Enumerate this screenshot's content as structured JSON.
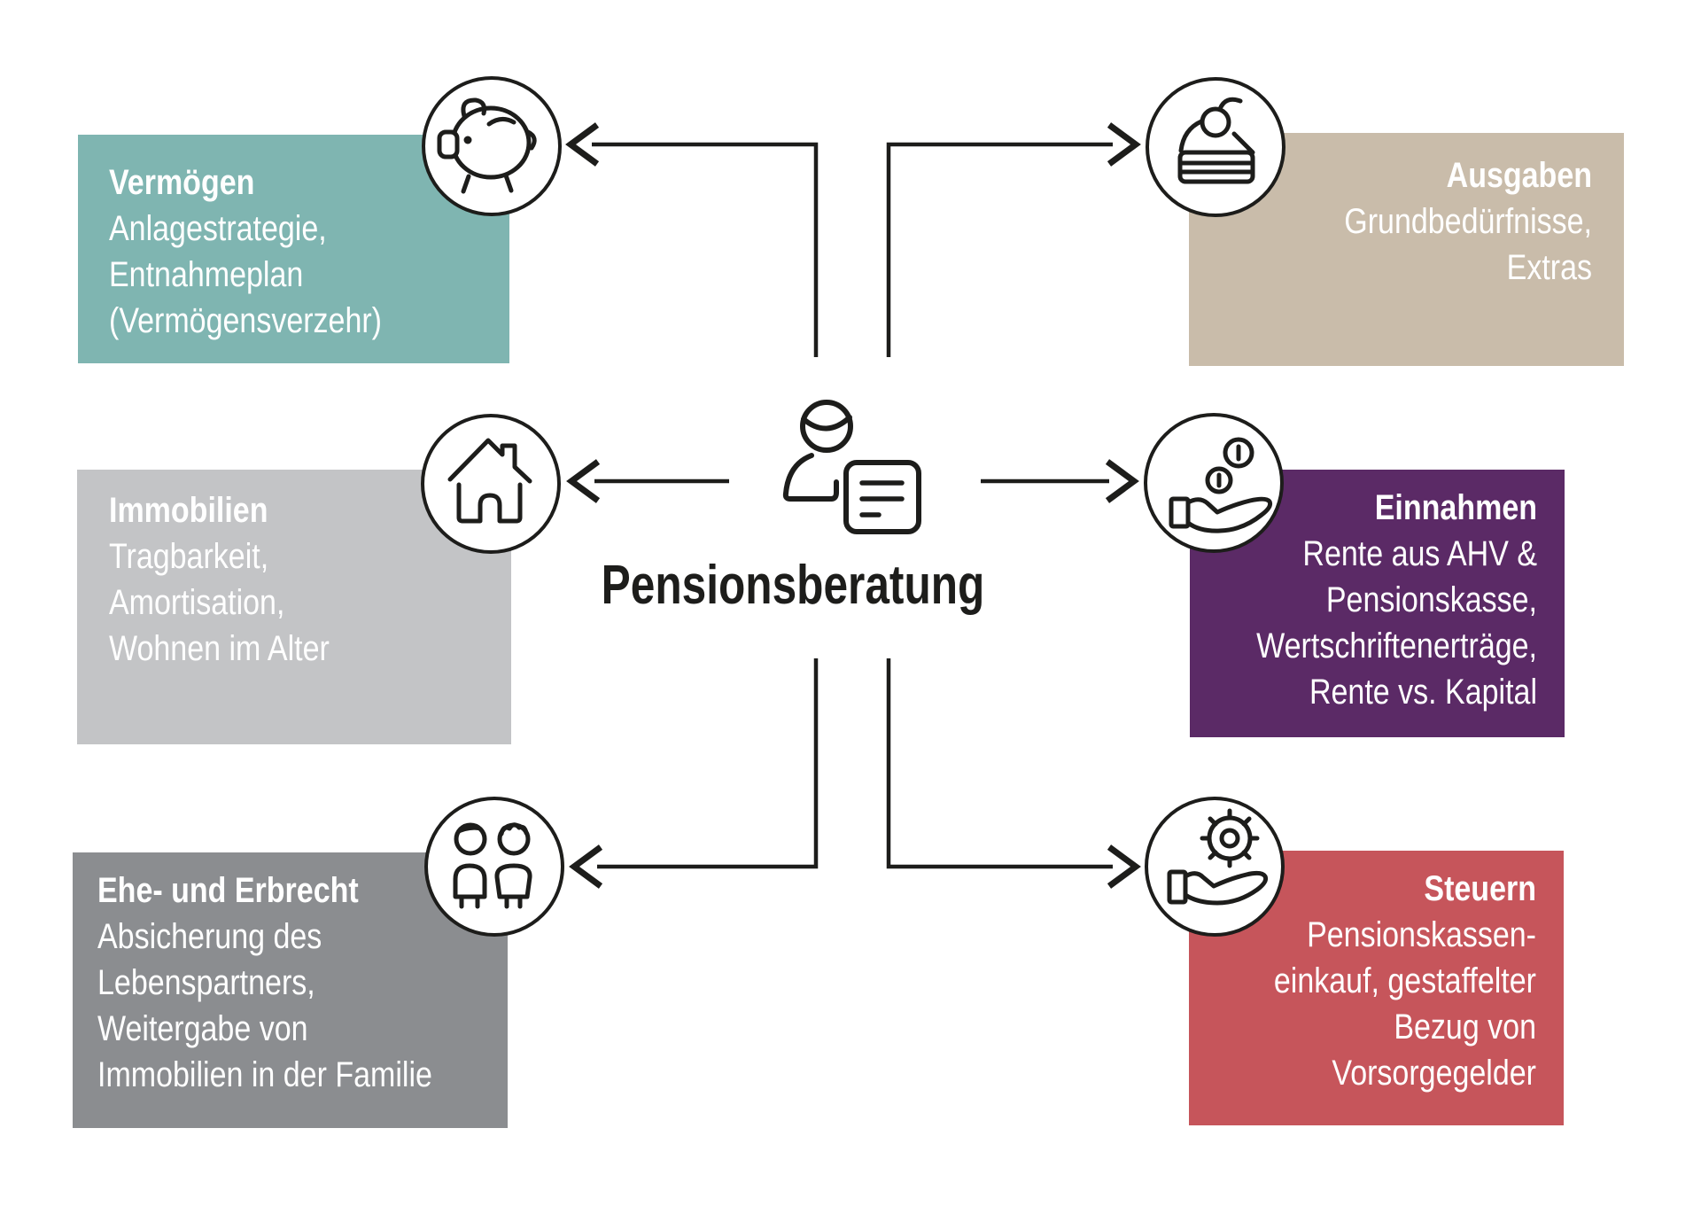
{
  "page": {
    "background_color": "#ffffff",
    "ink_color": "#1d1d1b"
  },
  "center": {
    "title": "Pensionsberatung",
    "icon": "advisor-with-document-icon"
  },
  "topics": [
    {
      "id": "vermoegen",
      "position": "top-left",
      "heading": "Vermögen",
      "lines": [
        "Anlagestrategie,",
        "Entnahmeplan",
        "(Vermögensverzehr)"
      ],
      "color": "#7fb5b1",
      "text_color": "#ffffff",
      "icon": "piggy-bank-icon",
      "align": "left"
    },
    {
      "id": "ausgaben",
      "position": "top-right",
      "heading": "Ausgaben",
      "lines": [
        "Grundbedürfnisse,",
        "Extras"
      ],
      "color": "#c9bcaa",
      "text_color": "#ffffff",
      "icon": "cake-slice-icon",
      "align": "right"
    },
    {
      "id": "immobilien",
      "position": "middle-left",
      "heading": "Immobilien",
      "lines": [
        "Tragbarkeit,",
        "Amortisation,",
        "Wohnen im Alter"
      ],
      "color": "#c3c4c6",
      "text_color": "#ffffff",
      "icon": "house-icon",
      "align": "left"
    },
    {
      "id": "einnahmen",
      "position": "middle-right",
      "heading": "Einnahmen",
      "lines": [
        "Rente aus AHV &",
        "Pensionskasse,",
        "Wertschriftenerträge,",
        "Rente vs. Kapital"
      ],
      "color": "#5b2a66",
      "text_color": "#ffffff",
      "icon": "coins-in-hand-icon",
      "align": "right"
    },
    {
      "id": "ehe-und-erbrecht",
      "position": "bottom-left",
      "heading": "Ehe- und Erbrecht",
      "lines": [
        "Absicherung des",
        "Lebenspartners,",
        "Weitergabe von",
        "Immobilien in der Familie"
      ],
      "color": "#8b8d90",
      "text_color": "#ffffff",
      "icon": "couple-icon",
      "align": "left"
    },
    {
      "id": "steuern",
      "position": "bottom-right",
      "heading": "Steuern",
      "lines": [
        "Pensionskassen-",
        "einkauf, gestaffelter",
        "Bezug von",
        "Vorsorgegelder"
      ],
      "color": "#c6555b",
      "text_color": "#ffffff",
      "icon": "gear-on-hand-icon",
      "align": "right"
    }
  ]
}
